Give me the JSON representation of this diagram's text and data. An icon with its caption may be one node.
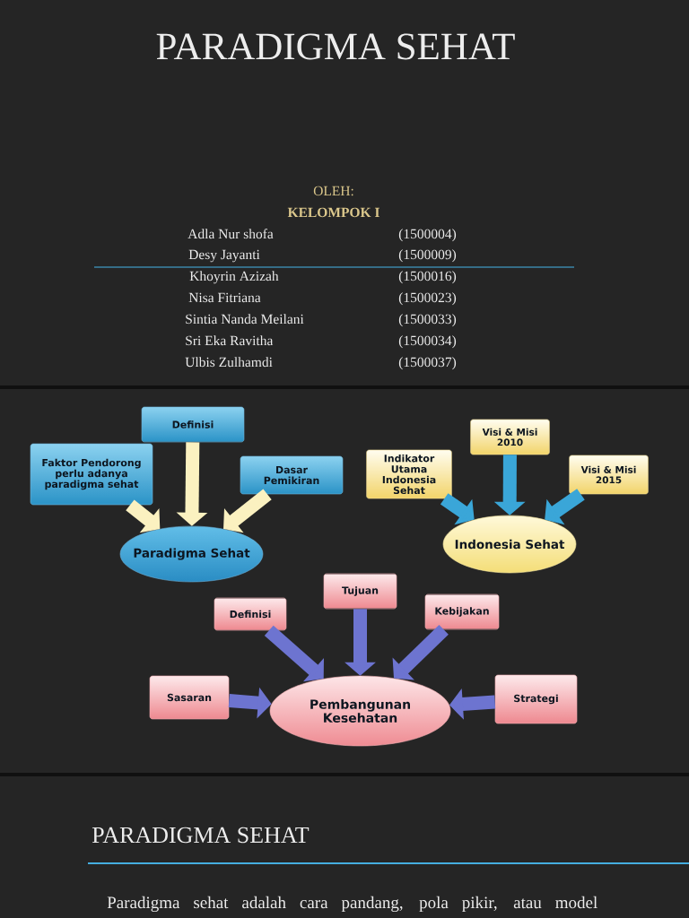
{
  "diagram": {
    "title": "PARADIGMA SEHAT",
    "nodes": [
      {
        "text": [
          "Faktor Pendorong perlu adanya paradigma sehat"
        ]
      },
      {
        "text": [
          "Definisi"
        ]
      },
      {
        "text": [
          "Dasar Pemikiran"
        ]
      },
      {
        "text": [
          "Paradigma Sehat"
        ]
      },
      {
        "text": [
          "Indikator Utama Indonesia Sehat"
        ]
      },
      {
        "text": [
          "Visi & Misi 2010"
        ]
      },
      {
        "text": [
          "Visi & Misi 2015"
        ]
      },
      {
        "text": [
          "Indonesia Sehat"
        ]
      },
      {
        "text": [
          "Definisi"
        ]
      },
      {
        "text": [
          "Tujuan"
        ]
      },
      {
        "text": [
          "Kebijakan"
        ]
      },
      {
        "text": [
          "Sasaran"
        ]
      },
      {
        "text": [
          "Pembangunan Kesehatan"
        ]
      },
      {
        "text": [
          "Strategi"
        ]
      }
    ],
    "edges": [
      {
        "from": 0,
        "to": 3,
        "arrow": "to",
        "color": "#fbf1c0"
      },
      {
        "from": 1,
        "to": 3,
        "arrow": "to",
        "color": "#fbf1c0"
      },
      {
        "from": 2,
        "to": 3,
        "arrow": "to",
        "color": "#fbf1c0"
      },
      {
        "from": 4,
        "to": 7,
        "arrow": "to",
        "color": "#3aa6d8"
      },
      {
        "from": 5,
        "to": 7,
        "arrow": "to",
        "color": "#3aa6d8"
      },
      {
        "from": 6,
        "to": 7,
        "arrow": "to",
        "color": "#3aa6d8"
      },
      {
        "from": 8,
        "to": 12,
        "arrow": "to"
      },
      {
        "from": 9,
        "to": 12,
        "arrow": "to"
      },
      {
        "from": 10,
        "to": 12,
        "arrow": "to"
      },
      {
        "from": 11,
        "to": 12,
        "arrow": "to"
      },
      {
        "from": 13,
        "to": 12,
        "arrow": "to"
      }
    ],
    "labels": [
      "OLEH:",
      "KELOMPOK I",
      "Adla Nur shofa",
      "(1500004)",
      "Desy Jayanti",
      "(1500009)",
      "Khoyrin Azizah",
      "(1500016)",
      "Nisa Fitriana",
      "(1500023)",
      "Sintia Nanda Meilani",
      "(1500033)",
      "Sri Eka Ravitha",
      "(1500034)",
      "Ulbis Zulhamdi",
      "(1500037)",
      "PARADIGMA SEHAT",
      "Paradigma sehat adalah cara pandang, pola pikir, atau model"
    ]
  }
}
